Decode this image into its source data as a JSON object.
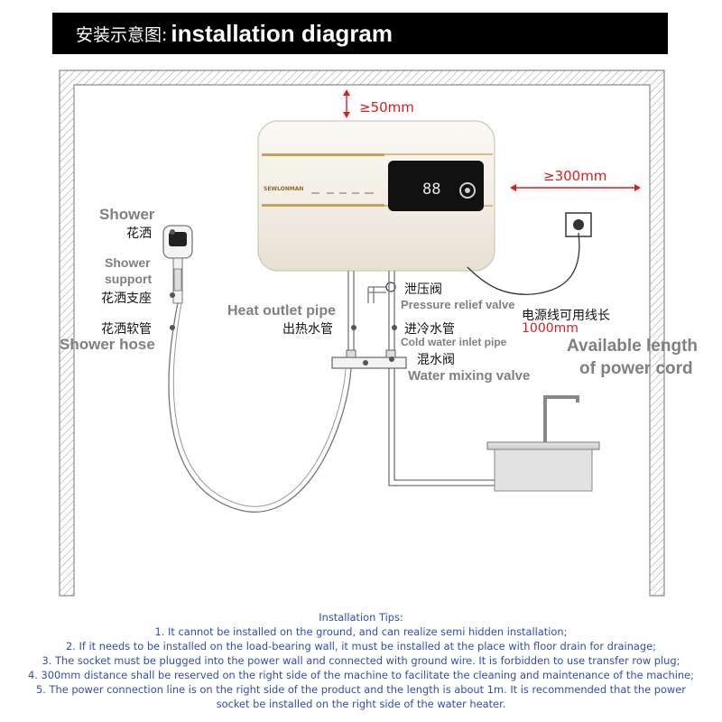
{
  "header": {
    "title_cn": "安装示意图:",
    "title_en": "installation diagram"
  },
  "heater": {
    "brand": "SEWLONMAN",
    "display": "88"
  },
  "dimensions": {
    "top_clearance": "≥50mm",
    "right_clearance": "≥300mm"
  },
  "labels": {
    "shower_en": "Shower",
    "shower_cn": "花洒",
    "shower_support_en_1": "Shower",
    "shower_support_en_2": "support",
    "shower_support_cn": "花洒支座",
    "shower_hose_cn": "花洒软管",
    "shower_hose_en": "Shower hose",
    "heat_outlet_en": "Heat outlet pipe",
    "heat_outlet_cn": "出热水管",
    "pressure_relief_cn": "泄压阀",
    "pressure_relief_en": "Pressure relief valve",
    "cold_inlet_cn": "进冷水管",
    "cold_inlet_en": "Cold water inlet pipe",
    "mixing_valve_cn": "混水阀",
    "mixing_valve_en": "Water mixing valve",
    "power_cord_cn": "电源线可用线长",
    "power_cord_len": "1000mm",
    "power_cord_en_1": "Available length",
    "power_cord_en_2": "of power cord"
  },
  "tips": {
    "title": "Installation Tips:",
    "items": [
      "1. It cannot be installed on the ground, and can realize semi hidden installation;",
      "2. If it needs to be installed on the load-bearing wall, it must be installed at the place with floor drain for drainage;",
      "3. The socket must be plugged into the power wall and connected with ground wire. It is forbidden to use transfer row plug;",
      "4. 300mm distance shall be reserved on the right side of the machine to facilitate the cleaning and maintenance of the machine;",
      "5. The power connection line is on the right side of the product and the length is about 1m. It is recommended that the power",
      "socket be installed on the right side of the water heater."
    ]
  },
  "colors": {
    "header_bg": "#000000",
    "label_gray": "#808080",
    "dimension_red": "#d81e1e",
    "tips_blue": "#2f4fb0",
    "accent_gold": "#c8a25a"
  }
}
